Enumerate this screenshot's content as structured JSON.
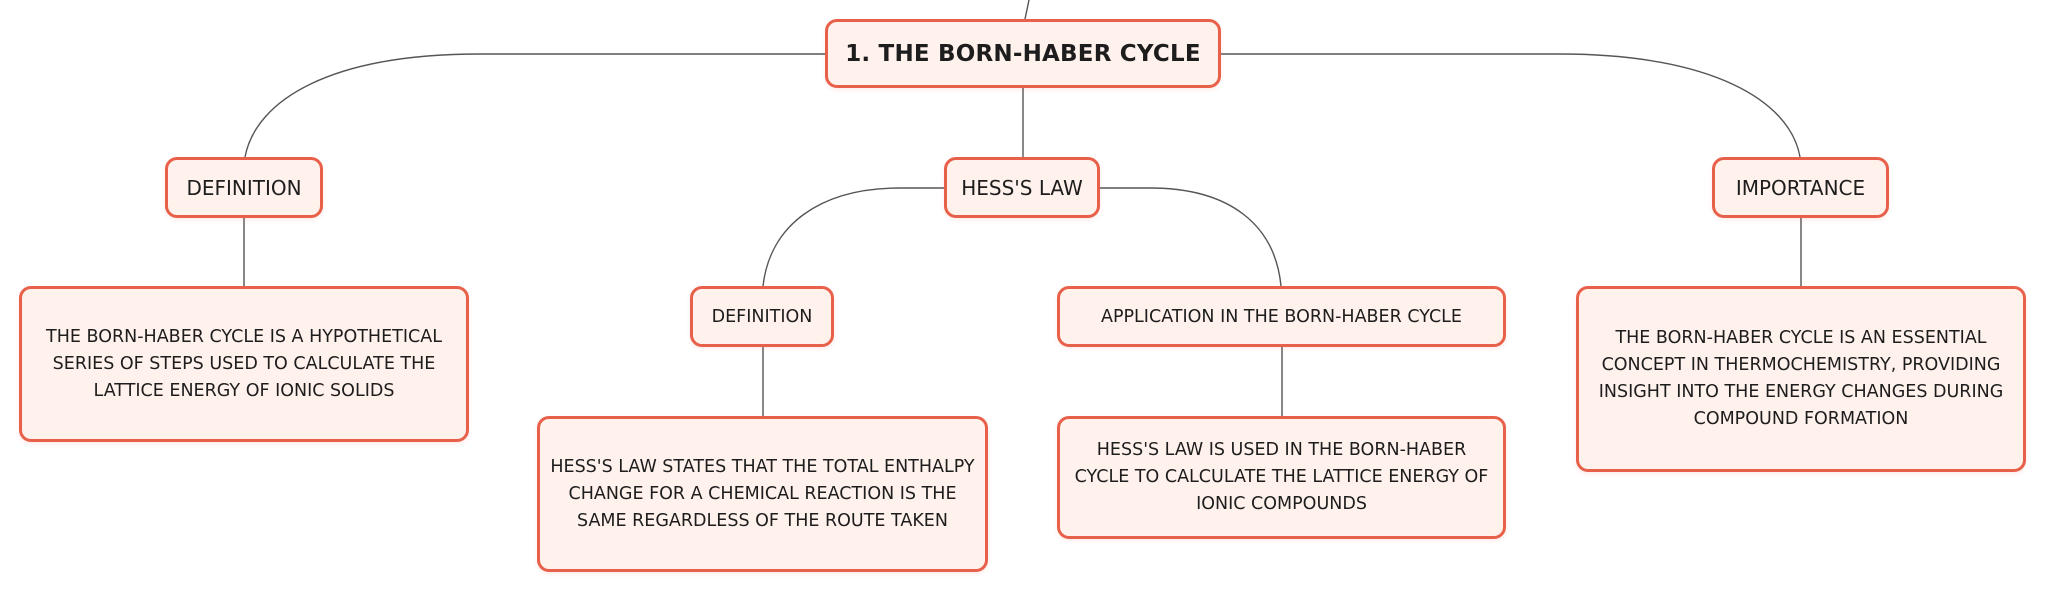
{
  "colors": {
    "node_border": "#e8604a",
    "node_fill": "#fff1ec",
    "connector": "#555555",
    "text": "#1d1d1d"
  },
  "root": {
    "label": "1. THE BORN-HABER CYCLE"
  },
  "branches": {
    "definition": {
      "label": "DEFINITION",
      "description": "THE BORN-HABER CYCLE IS A HYPOTHETICAL SERIES OF STEPS USED TO CALCULATE THE LATTICE ENERGY OF IONIC SOLIDS"
    },
    "hess_law": {
      "label": "HESS'S LAW",
      "definition": {
        "label": "DEFINITION",
        "description": "HESS'S LAW STATES THAT THE TOTAL ENTHALPY CHANGE FOR A CHEMICAL REACTION IS THE SAME REGARDLESS OF THE ROUTE TAKEN"
      },
      "application": {
        "label": "APPLICATION IN THE BORN-HABER CYCLE",
        "description": "HESS'S LAW IS USED IN THE BORN-HABER CYCLE TO CALCULATE THE LATTICE ENERGY OF IONIC COMPOUNDS"
      }
    },
    "importance": {
      "label": "IMPORTANCE",
      "description": "THE BORN-HABER CYCLE IS AN ESSENTIAL CONCEPT IN THERMOCHEMISTRY, PROVIDING INSIGHT INTO THE ENERGY CHANGES DURING COMPOUND FORMATION"
    }
  }
}
